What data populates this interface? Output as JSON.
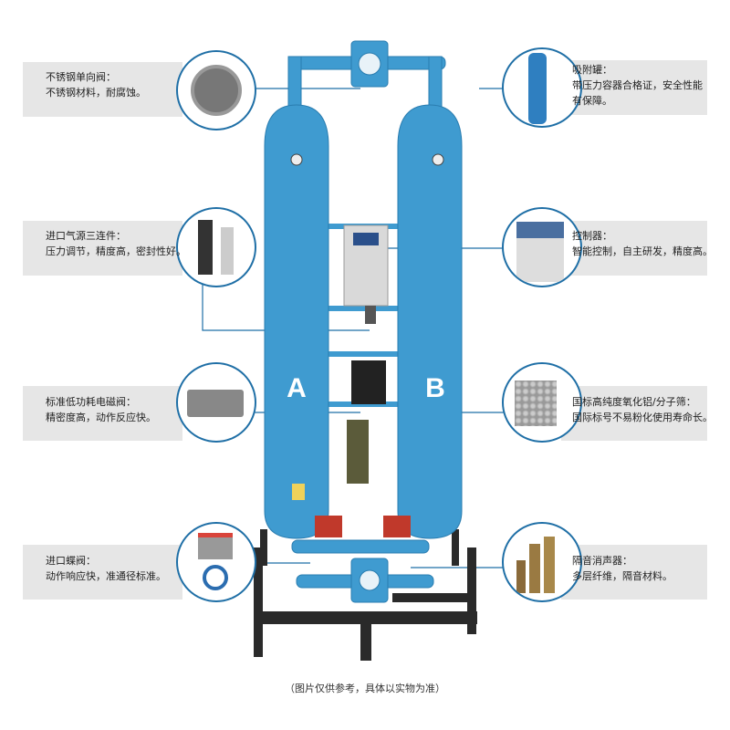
{
  "left_features": [
    {
      "title": "不锈钢单向阀：",
      "desc": "不锈钢材料，耐腐蚀。"
    },
    {
      "title": "进口气源三连件：",
      "desc": "压力调节，精度高，密封性好。"
    },
    {
      "title": "标准低功耗电磁阀：",
      "desc": "精密度高，动作反应快。"
    },
    {
      "title": "进口蝶阀：",
      "desc": "动作响应快，准通径标准。"
    }
  ],
  "right_features": [
    {
      "title": "吸附罐：",
      "desc": "带压力容器合格证，安全性能有保障。"
    },
    {
      "title": "控制器：",
      "desc": "智能控制，自主研发，精度高。"
    },
    {
      "title": "国标高纯度氧化铝/分子筛：",
      "desc": "国际标号不易粉化使用寿命长。"
    },
    {
      "title": "隔音消声器：",
      "desc": "多层纤维，隔音材料。"
    }
  ],
  "tank_labels": {
    "a": "A",
    "b": "B"
  },
  "caption": "（图片仅供参考，具体以实物为准）",
  "colors": {
    "tank": "#3f9bd0",
    "frame": "#2a2a2a",
    "circle_border": "#1f6fa6",
    "band": "#e6e6e6"
  }
}
